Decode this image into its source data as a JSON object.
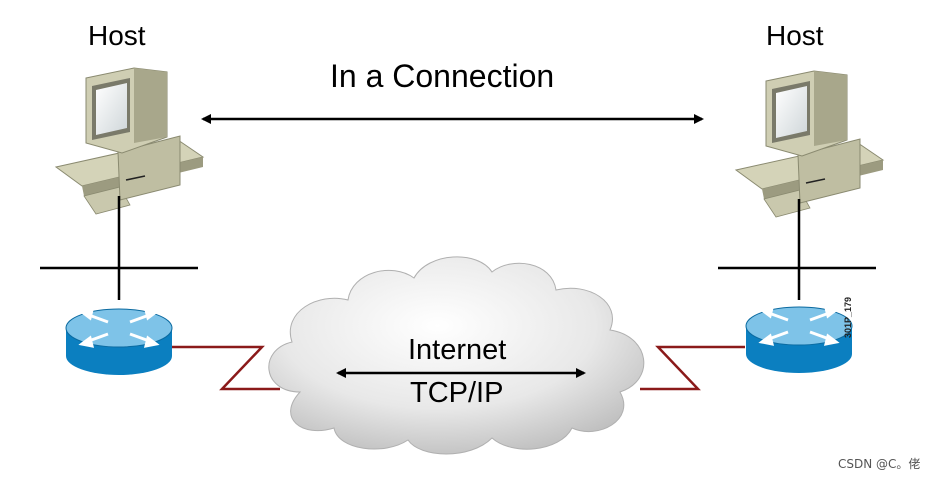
{
  "labels": {
    "host_left": "Host",
    "host_right": "Host",
    "connection": "In a Connection",
    "internet": "Internet",
    "protocol": "TCP/IP",
    "figure_code": "301P_179",
    "watermark": "CSDN @C。佬"
  },
  "colors": {
    "link": "#8b1a1a",
    "router_top": "#7ec3e8",
    "router_side": "#0b7fc0",
    "computer_beige": "#d4d3b8",
    "cloud": "#e6e6e6"
  },
  "icons": [
    "computer-icon",
    "router-icon",
    "cloud-icon",
    "double-arrow-icon"
  ]
}
